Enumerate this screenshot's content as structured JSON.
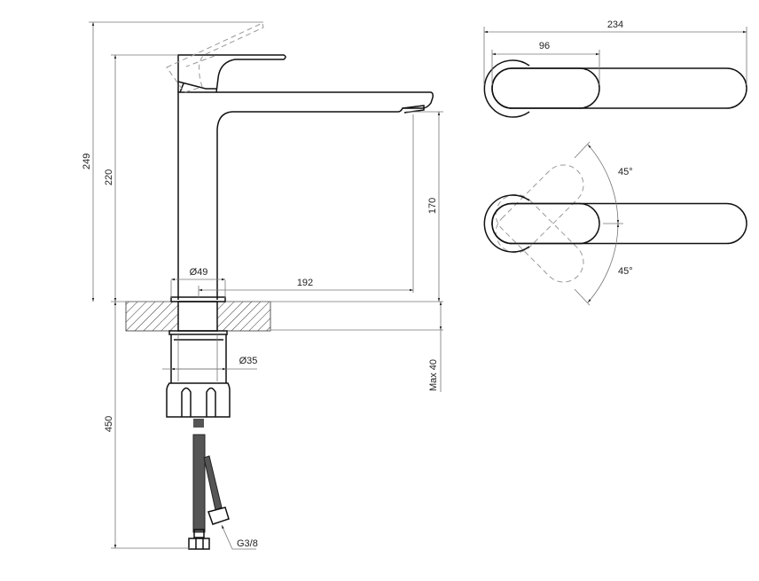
{
  "title": "Basin mixer technical drawing",
  "side_view": {
    "total_height": "249",
    "lever_height": "220",
    "spout_height": "170",
    "base_diameter": "Ø49",
    "spout_reach": "192",
    "shank_diameter": "Ø35",
    "max_countertop": "Max 40",
    "hose_length": "450",
    "hose_thread": "G3/8"
  },
  "top_view": {
    "total_length": "234",
    "lever_length": "96",
    "rotation_up": "45°",
    "rotation_down": "45°"
  },
  "colors": {
    "line": "#111111",
    "dimension": "#777777",
    "hidden": "#999999"
  }
}
